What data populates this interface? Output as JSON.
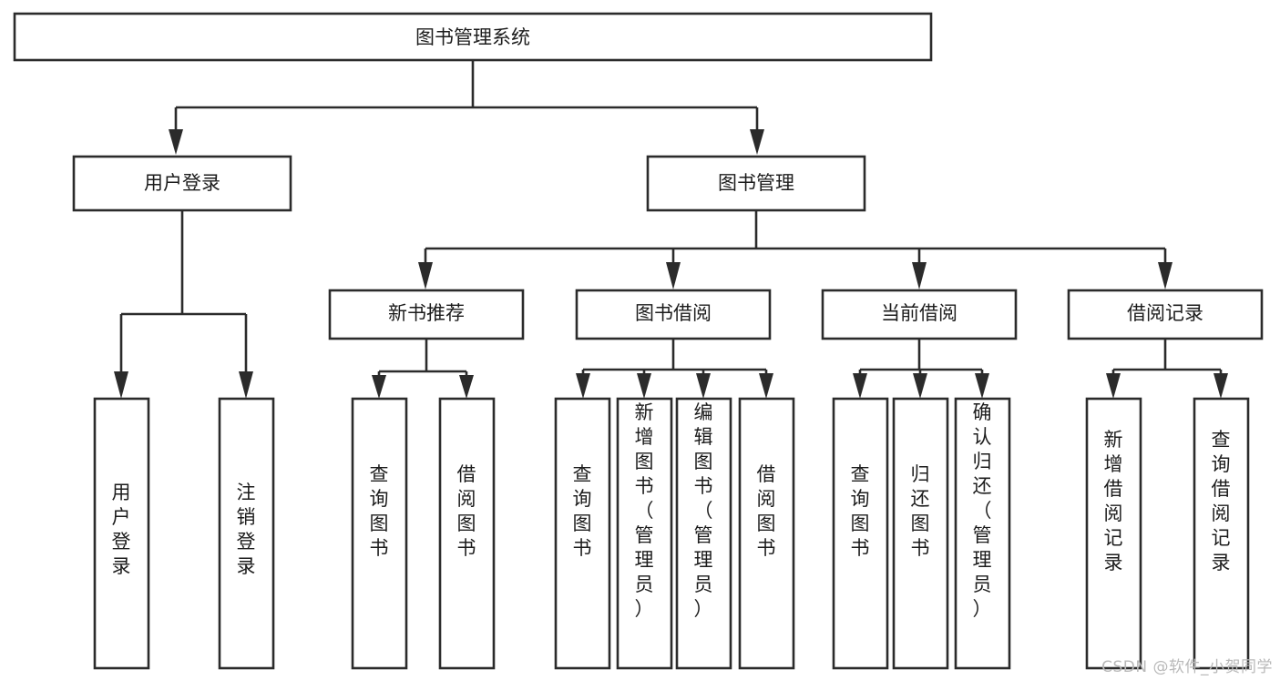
{
  "diagram": {
    "type": "tree",
    "title": "图书管理系统",
    "watermark": "CSDN @软件_小贺同学",
    "background_color": "#ffffff",
    "line_color": "#2b2b2b",
    "box_fill": "#ffffff",
    "levels": {
      "root": {
        "label": "图书管理系统"
      },
      "level2": [
        {
          "label": "用户登录"
        },
        {
          "label": "图书管理"
        }
      ],
      "level3": [
        {
          "label": "新书推荐"
        },
        {
          "label": "图书借阅"
        },
        {
          "label": "当前借阅"
        },
        {
          "label": "借阅记录"
        }
      ],
      "leaves": {
        "user_login": [
          {
            "label": "用户登录"
          },
          {
            "label": "注销登录"
          }
        ],
        "new_book_recommend": [
          {
            "label": "查询图书"
          },
          {
            "label": "借阅图书"
          }
        ],
        "book_borrow": [
          {
            "label": "查询图书"
          },
          {
            "label": "新增图书（管理员）"
          },
          {
            "label": "编辑图书（管理员）"
          },
          {
            "label": "借阅图书"
          }
        ],
        "current_borrow": [
          {
            "label": "查询图书"
          },
          {
            "label": "归还图书"
          },
          {
            "label": "确认归还（管理员）"
          }
        ],
        "borrow_record": [
          {
            "label": "新增借阅记录"
          },
          {
            "label": "查询借阅记录"
          }
        ]
      }
    }
  }
}
